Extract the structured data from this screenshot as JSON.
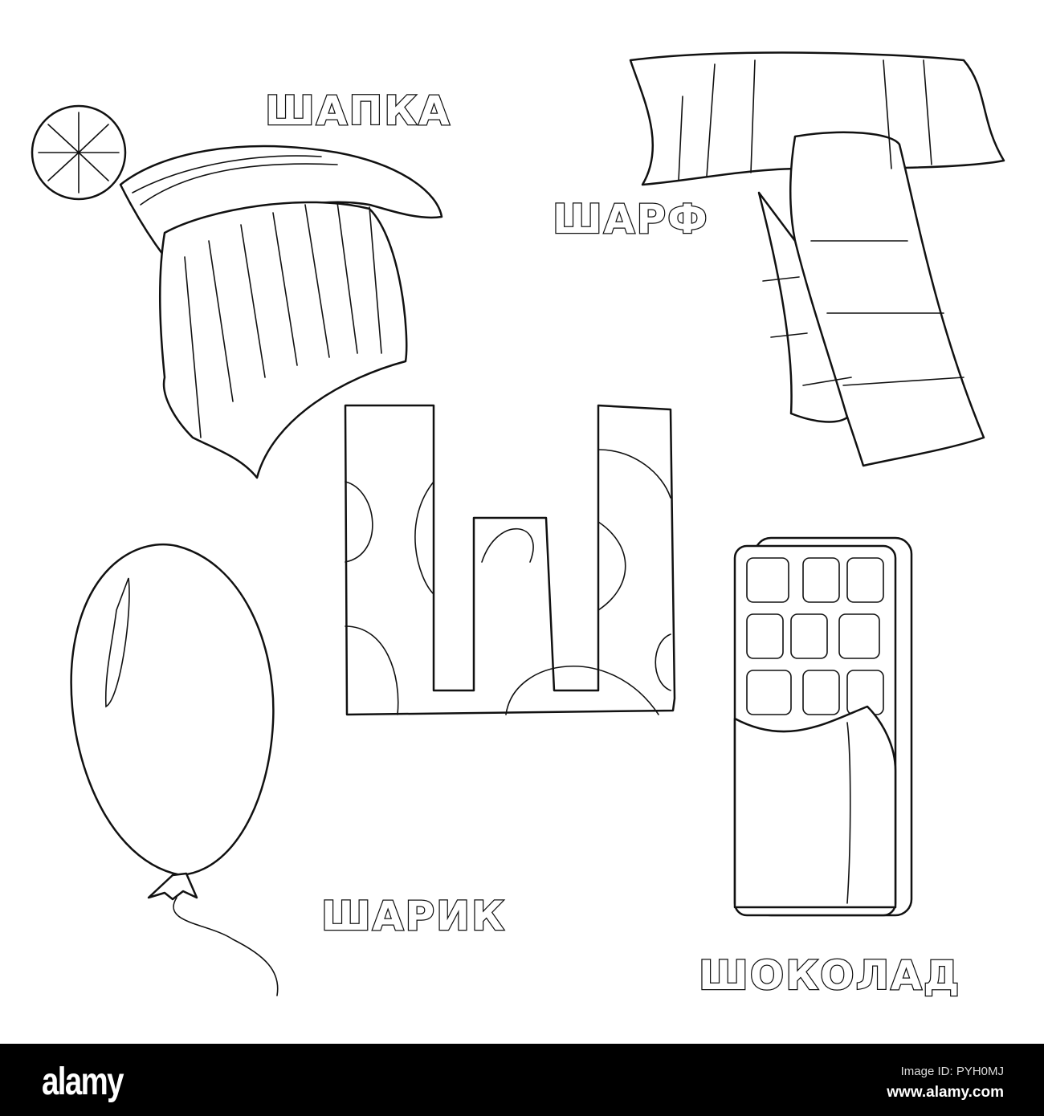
{
  "words": {
    "hat": "ШАПКА",
    "scarf": "ШАРФ",
    "balloon": "ШАРИК",
    "chocolate": "ШОКОЛАД"
  },
  "watermark": {
    "logo": "alamy",
    "image_id": "Image ID: PYH0MJ",
    "url": "www.alamy.com"
  }
}
